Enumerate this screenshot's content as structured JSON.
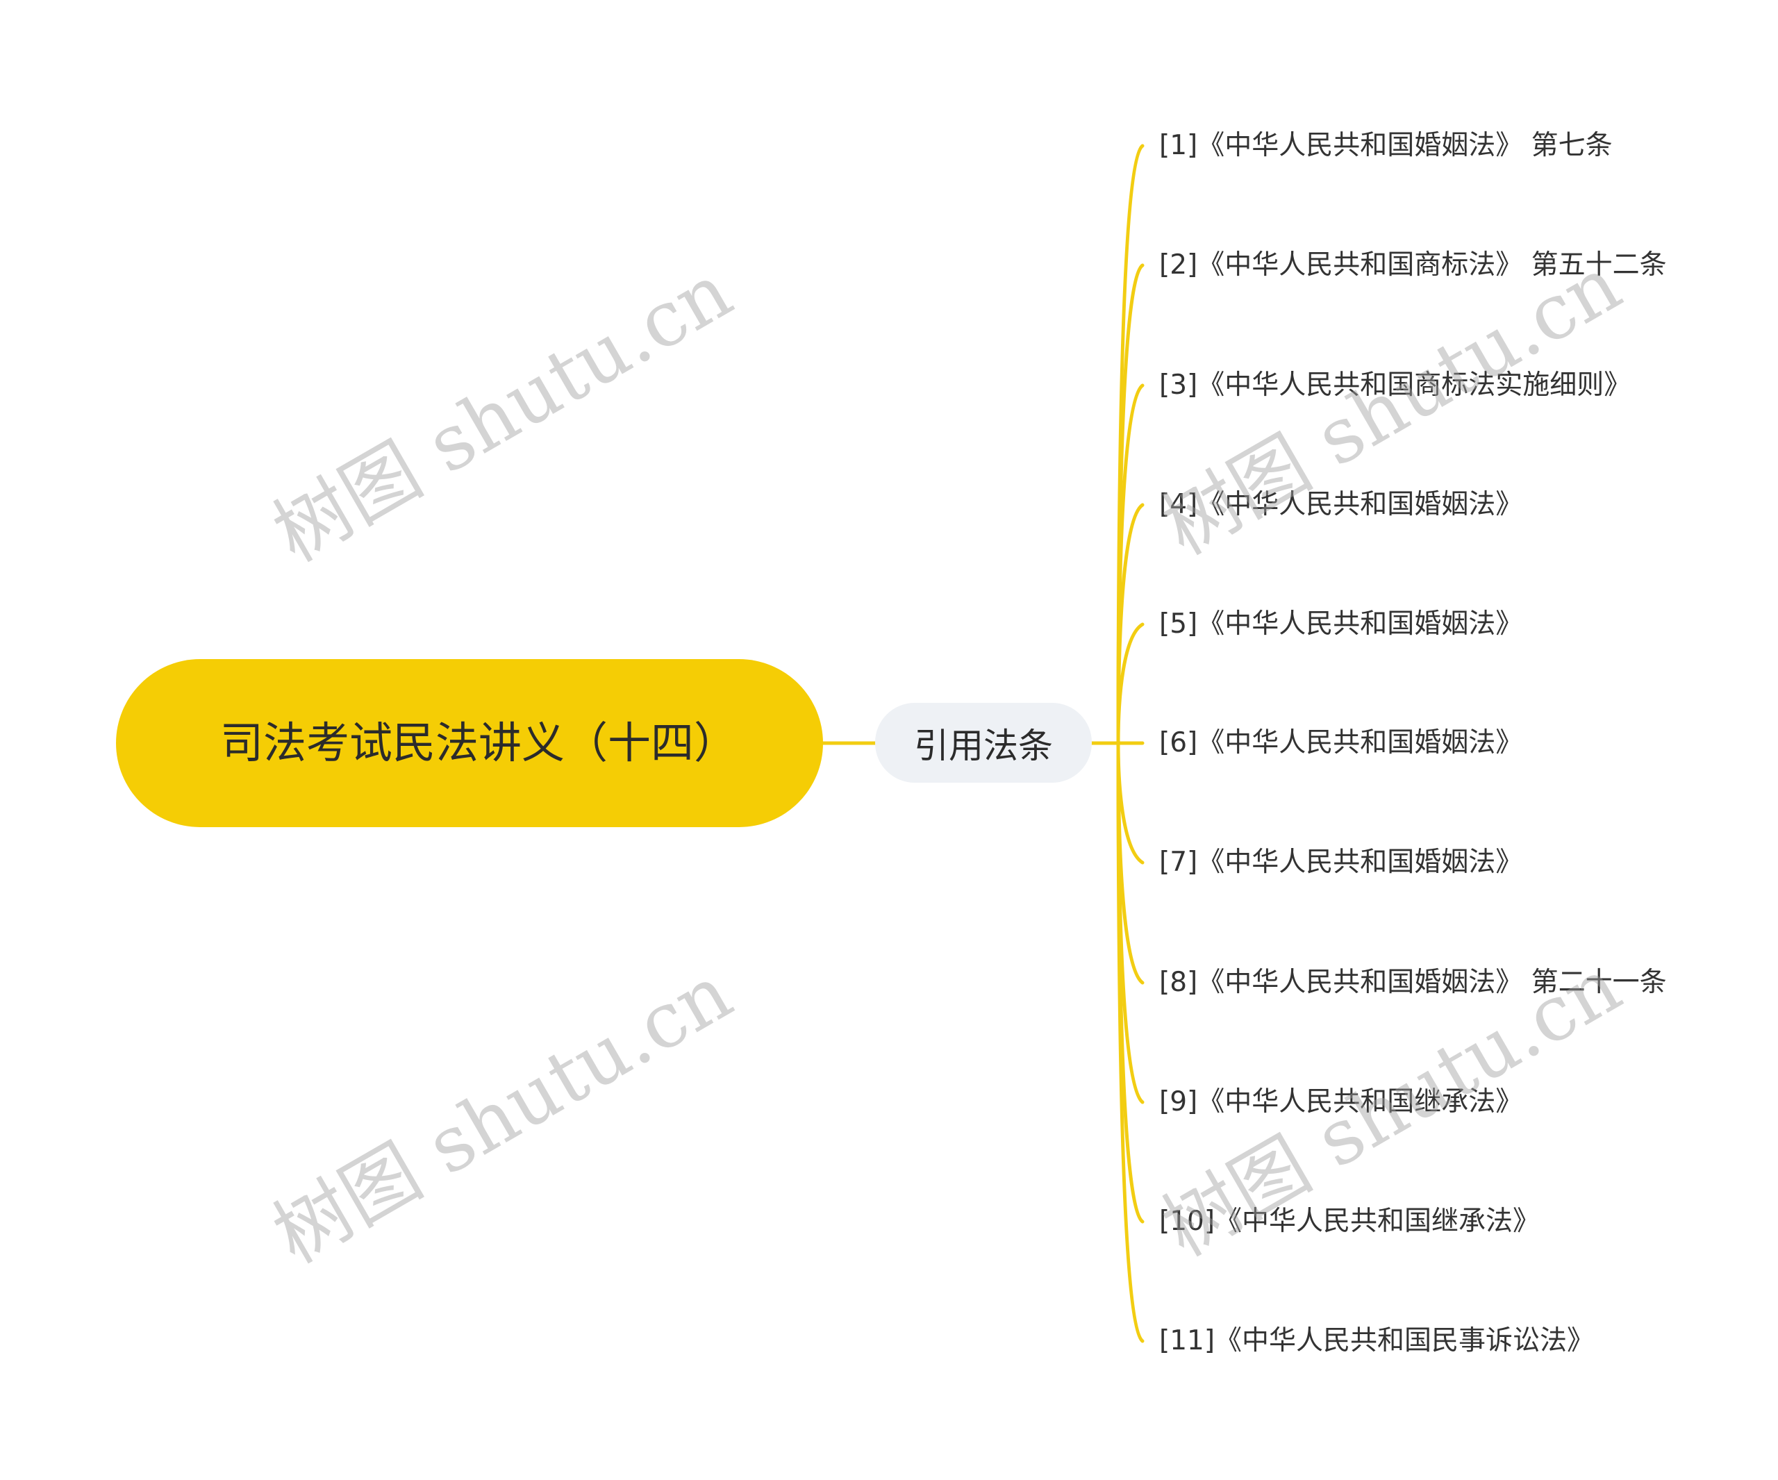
{
  "colors": {
    "root_fill": "#f5cd05",
    "sub_fill": "#eef1f5",
    "link": "#f2cd12",
    "text": "#333333"
  },
  "root": {
    "label": "司法考试民法讲义（十四）"
  },
  "branch": {
    "label": "引用法条",
    "children": [
      {
        "label": "[1]《中华人民共和国婚姻法》 第七条"
      },
      {
        "label": "[2]《中华人民共和国商标法》 第五十二条"
      },
      {
        "label": "[3]《中华人民共和国商标法实施细则》"
      },
      {
        "label": "[4]《中华人民共和国婚姻法》"
      },
      {
        "label": "[5]《中华人民共和国婚姻法》"
      },
      {
        "label": "[6]《中华人民共和国婚姻法》"
      },
      {
        "label": "[7]《中华人民共和国婚姻法》"
      },
      {
        "label": "[8]《中华人民共和国婚姻法》 第二十一条"
      },
      {
        "label": "[9]《中华人民共和国继承法》"
      },
      {
        "label": "[10]《中华人民共和国继承法》"
      },
      {
        "label": "[11]《中华人民共和国民事诉讼法》"
      }
    ]
  },
  "watermark": {
    "text": "树图 shutu.cn"
  }
}
